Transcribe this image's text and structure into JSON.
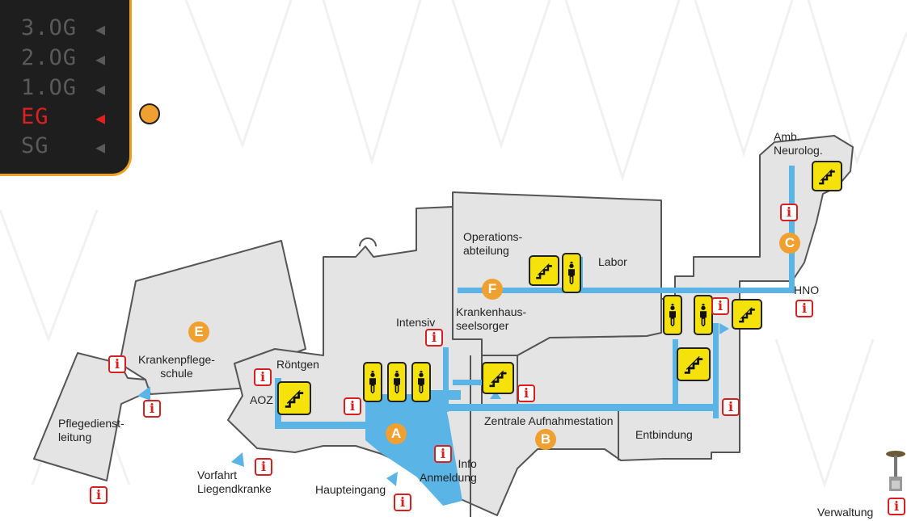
{
  "floors": [
    {
      "label": "3.OG",
      "active": false
    },
    {
      "label": "2.OG",
      "active": false
    },
    {
      "label": "1.OG",
      "active": false
    },
    {
      "label": "EG",
      "active": true
    },
    {
      "label": "SG",
      "active": false
    }
  ],
  "floor_arrow": "◀",
  "zones": {
    "A": "A",
    "B": "B",
    "C": "C",
    "E": "E",
    "F": "F"
  },
  "info_glyph": "i",
  "rooms": {
    "amb_neurolog": "Amb.\nNeurolog.",
    "operations": "Operations-\nabteilung",
    "labor": "Labor",
    "hno": "HNO",
    "krankenhausseelsorger": "Krankenhaus-\nseelsorger",
    "intensiv": "Intensiv",
    "krankenpflegeschule": "Krankenpflege-\nschule",
    "roentgen": "Röntgen",
    "aoz": "AOZ",
    "pflegedienstleitung": "Pflegedienst-\nleitung",
    "zentrale_aufnahmestation": "Zentrale Aufnahmestation",
    "entbindung": "Entbindung",
    "info_anmeldung": "Info\nAnmeldung",
    "vorfahrt_liegendkranke": "Vorfahrt\nLiegendkranke",
    "haupteingang": "Haupteingang",
    "verwaltung": "Verwaltung"
  },
  "colors": {
    "panel_bg": "#1e1e1e",
    "panel_border": "#f0a020",
    "floor_inactive": "#5a5a5a",
    "floor_active": "#e02020",
    "building_fill": "#e4e4e4",
    "building_stroke": "#555555",
    "route_blue": "#5ab4e6",
    "marker_orange": "#f0a030",
    "icon_yellow": "#f5e20a",
    "info_red": "#d42020"
  },
  "icons": [
    "stairs-icon",
    "elevator-icon",
    "info-icon",
    "entrance-arrow-icon",
    "lamp-post-icon"
  ]
}
